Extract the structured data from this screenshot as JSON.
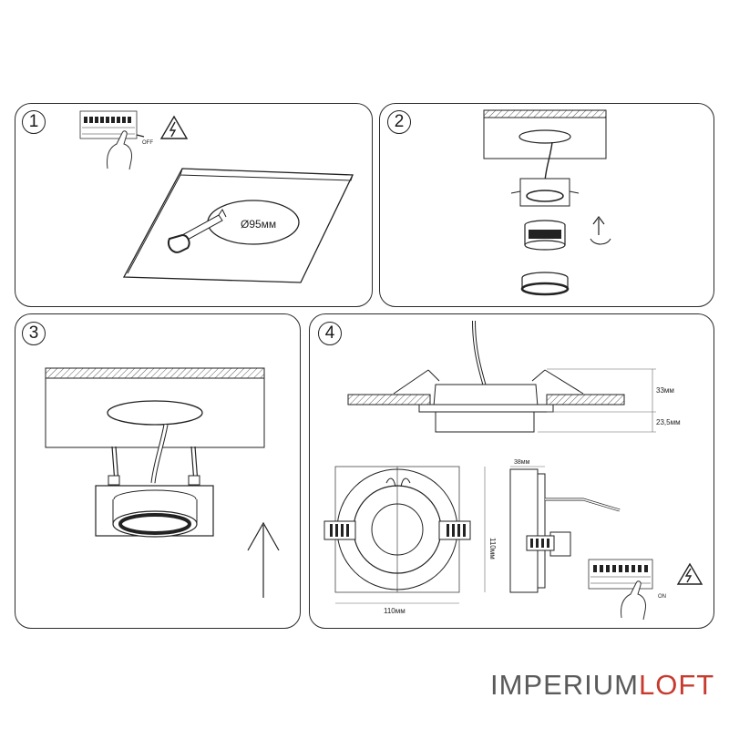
{
  "steps": [
    {
      "number": "1"
    },
    {
      "number": "2"
    },
    {
      "number": "3"
    },
    {
      "number": "4"
    }
  ],
  "step1": {
    "switch_label": "OFF",
    "hole_label": "Ø95мм"
  },
  "step4": {
    "dim_top": "33мм",
    "dim_bottom": "23,5мм",
    "dim_side_width": "38мм",
    "dim_height": "110мм",
    "dim_width": "110мм",
    "switch_label": "ON"
  },
  "brand": {
    "part1": "IMPERIUM",
    "part2": "LOFT",
    "color_part2": "#c73a2e"
  }
}
